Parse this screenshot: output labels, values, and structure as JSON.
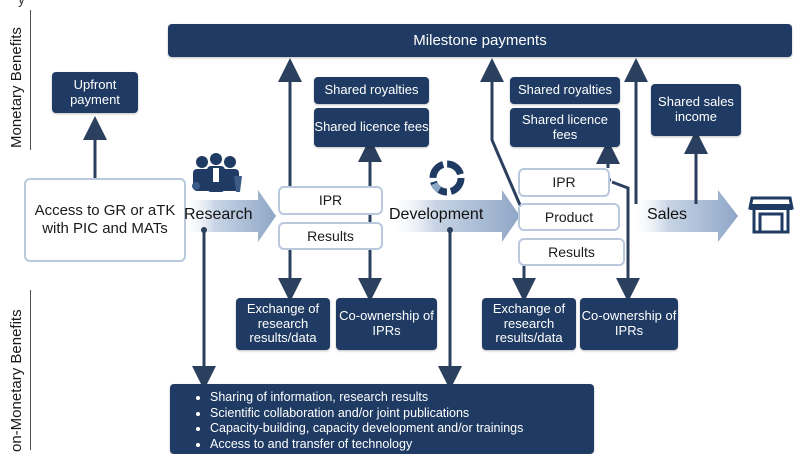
{
  "top_partial_text": "y",
  "side_labels": {
    "monetary": "Monetary Benefits",
    "non_monetary": "on-Monetary Benefits"
  },
  "milestone": "Milestone payments",
  "upfront": "Upfront payment",
  "access": "Access to GR or aTK with PIC and MATs",
  "flow": {
    "research": "Research",
    "development": "Development",
    "sales": "Sales"
  },
  "research_stage": {
    "ipr": "IPR",
    "results": "Results",
    "shared_royalties": "Shared royalties",
    "shared_licence_fees": "Shared licence fees",
    "exchange": "Exchange of research results/data",
    "coownership": "Co-ownership of IPRs"
  },
  "development_stage": {
    "ipr": "IPR",
    "product": "Product",
    "results": "Results",
    "shared_royalties": "Shared royalties",
    "shared_licence_fees": "Shared licence fees",
    "exchange": "Exchange of research results/data",
    "coownership": "Co-ownership of IPRs"
  },
  "shared_sales_income": "Shared sales income",
  "non_monetary_list": [
    "Sharing of information, research results",
    "Scientific collaboration and/or joint publications",
    "Capacity-building, capacity development and/or trainings",
    "Access to and transfer of technology"
  ],
  "colors": {
    "dark_box": "#1f3b63",
    "light_border": "#b9c8dd",
    "flow_arrow": "#c9d5e6",
    "arrow_line": "#2b3f5e"
  },
  "icons": [
    "researchers-icon",
    "cycle-icon",
    "store-icon"
  ]
}
